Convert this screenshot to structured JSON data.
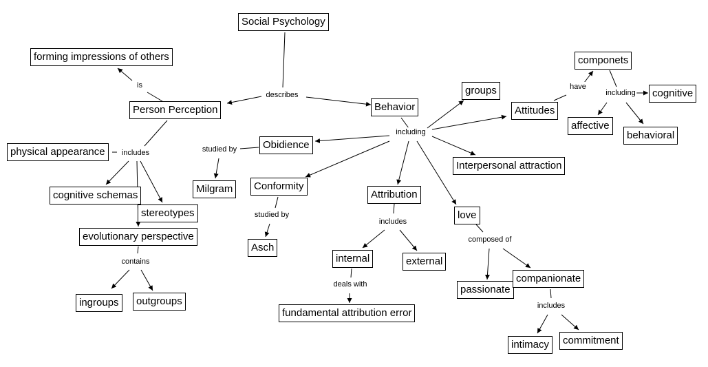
{
  "title": "Social Psychology concept map",
  "nodes": [
    {
      "id": "social_psychology",
      "label": "Social Psychology"
    },
    {
      "id": "forming_impressions",
      "label": "forming impressions of others"
    },
    {
      "id": "person_perception",
      "label": "Person Perception"
    },
    {
      "id": "behavior",
      "label": "Behavior"
    },
    {
      "id": "groups",
      "label": "groups"
    },
    {
      "id": "attitudes",
      "label": "Attitudes"
    },
    {
      "id": "componets",
      "label": "componets"
    },
    {
      "id": "cognitive",
      "label": "cognitive"
    },
    {
      "id": "affective",
      "label": "affective"
    },
    {
      "id": "behavioral",
      "label": "behavioral"
    },
    {
      "id": "physical_appearance",
      "label": "physical appearance"
    },
    {
      "id": "obidience",
      "label": "Obidience"
    },
    {
      "id": "milgram",
      "label": "Milgram"
    },
    {
      "id": "interpersonal_attraction",
      "label": "Interpersonal attraction"
    },
    {
      "id": "cognitive_schemas",
      "label": "cognitive schemas"
    },
    {
      "id": "stereotypes",
      "label": "stereotypes"
    },
    {
      "id": "conformity",
      "label": "Conformity"
    },
    {
      "id": "attribution",
      "label": "Attribution"
    },
    {
      "id": "love",
      "label": "love"
    },
    {
      "id": "evolutionary_perspective",
      "label": "evolutionary perspective"
    },
    {
      "id": "asch",
      "label": "Asch"
    },
    {
      "id": "internal",
      "label": "internal"
    },
    {
      "id": "external",
      "label": "external"
    },
    {
      "id": "ingroups",
      "label": "ingroups"
    },
    {
      "id": "outgroups",
      "label": "outgroups"
    },
    {
      "id": "passionate",
      "label": "passionate"
    },
    {
      "id": "companionate",
      "label": "companionate"
    },
    {
      "id": "fundamental_attribution_error",
      "label": "fundamental attribution error"
    },
    {
      "id": "intimacy",
      "label": "intimacy"
    },
    {
      "id": "commitment",
      "label": "commitment"
    }
  ],
  "links": [
    {
      "id": "describes",
      "label": "describes"
    },
    {
      "id": "is",
      "label": "is"
    },
    {
      "id": "includes_pp",
      "label": "includes"
    },
    {
      "id": "including_beh",
      "label": "including"
    },
    {
      "id": "have",
      "label": "have"
    },
    {
      "id": "including_comp",
      "label": "including"
    },
    {
      "id": "studied_by_ob",
      "label": "studied by"
    },
    {
      "id": "studied_by_conf",
      "label": "studied by"
    },
    {
      "id": "includes_attr",
      "label": "includes"
    },
    {
      "id": "composed_of",
      "label": "composed of"
    },
    {
      "id": "contains",
      "label": "contains"
    },
    {
      "id": "deals_with",
      "label": "deals with"
    },
    {
      "id": "includes_comp",
      "label": "includes"
    }
  ],
  "connections": [
    {
      "from": "social_psychology",
      "via": "describes",
      "to": [
        "person_perception",
        "behavior"
      ]
    },
    {
      "from": "person_perception",
      "via": "is",
      "to": [
        "forming_impressions"
      ]
    },
    {
      "from": "person_perception",
      "via": "includes_pp",
      "to": [
        "physical_appearance",
        "cognitive_schemas",
        "stereotypes",
        "evolutionary_perspective"
      ]
    },
    {
      "from": "behavior",
      "via": "including_beh",
      "to": [
        "groups",
        "attitudes",
        "interpersonal_attraction",
        "obidience",
        "conformity",
        "attribution",
        "love"
      ]
    },
    {
      "from": "attitudes",
      "via": "have",
      "to": [
        "componets"
      ]
    },
    {
      "from": "componets",
      "via": "including_comp",
      "to": [
        "cognitive",
        "affective",
        "behavioral"
      ]
    },
    {
      "from": "obidience",
      "via": "studied_by_ob",
      "to": [
        "milgram"
      ]
    },
    {
      "from": "conformity",
      "via": "studied_by_conf",
      "to": [
        "asch"
      ]
    },
    {
      "from": "attribution",
      "via": "includes_attr",
      "to": [
        "internal",
        "external"
      ]
    },
    {
      "from": "love",
      "via": "composed_of",
      "to": [
        "passionate",
        "companionate"
      ]
    },
    {
      "from": "evolutionary_perspective",
      "via": "contains",
      "to": [
        "ingroups",
        "outgroups"
      ]
    },
    {
      "from": "internal",
      "via": "deals_with",
      "to": [
        "fundamental_attribution_error"
      ]
    },
    {
      "from": "companionate",
      "via": "includes_comp",
      "to": [
        "intimacy",
        "commitment"
      ]
    }
  ]
}
